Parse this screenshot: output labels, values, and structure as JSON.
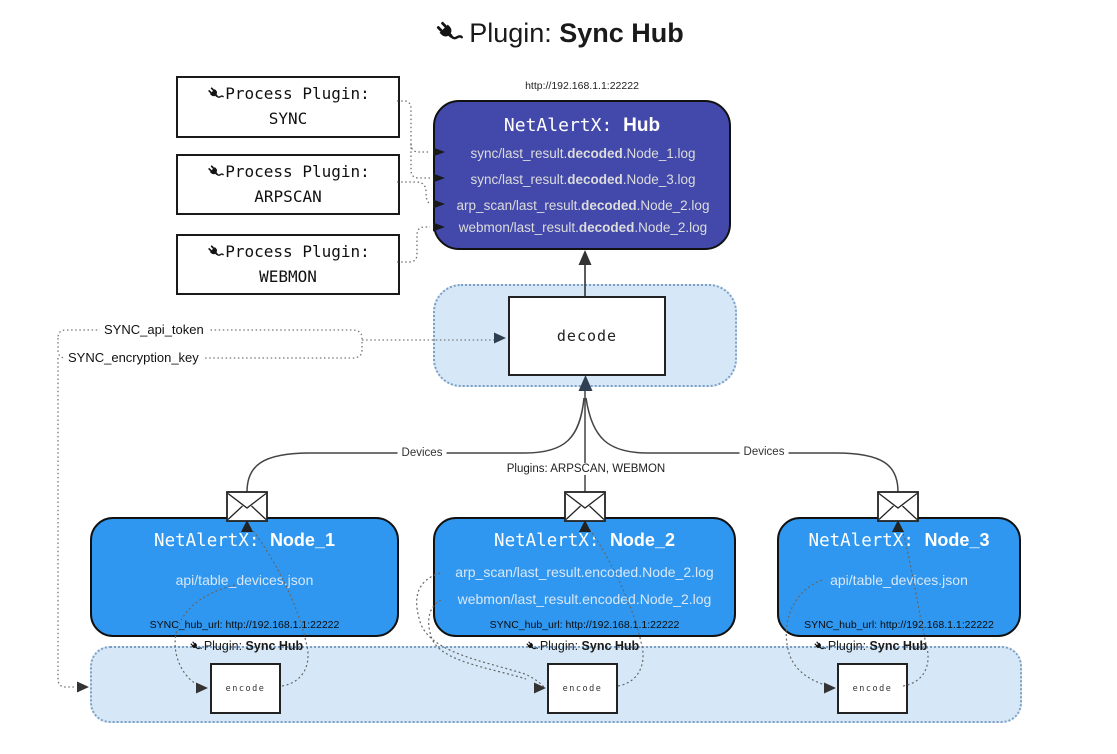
{
  "title": {
    "pre": "Plugin: ",
    "bold": "Sync Hub"
  },
  "process_plugins": [
    {
      "label": "Process Plugin:",
      "name": "SYNC"
    },
    {
      "label": "Process Plugin:",
      "name": "ARPSCAN"
    },
    {
      "label": "Process Plugin:",
      "name": "WEBMON"
    }
  ],
  "hub": {
    "url": "http://192.168.1.1:22222",
    "title": {
      "pre": "NetAlertX: ",
      "bold": "Hub"
    },
    "logs": [
      {
        "pre": "sync/last_result.",
        "bold": "decoded",
        "post": ".Node_1.log"
      },
      {
        "pre": "sync/last_result.",
        "bold": "decoded",
        "post": ".Node_3.log"
      },
      {
        "pre": "arp_scan/last_result.",
        "bold": "decoded",
        "post": ".Node_2.log"
      },
      {
        "pre": "webmon/last_result.",
        "bold": "decoded",
        "post": ".Node_2.log"
      }
    ]
  },
  "decode": {
    "label": "decode"
  },
  "keys": {
    "api_token": "SYNC_api_token",
    "encryption_key": "SYNC_encryption_key"
  },
  "links": {
    "devices_left": "Devices",
    "devices_right": "Devices",
    "plugins_center": "Plugins: ARPSCAN, WEBMON"
  },
  "nodes": [
    {
      "title": {
        "pre": "NetAlertX: ",
        "bold": "Node_1"
      },
      "files": [
        "api/table_devices.json"
      ],
      "hub_url": "SYNC_hub_url: http://192.168.1.1:22222"
    },
    {
      "title": {
        "pre": "NetAlertX: ",
        "bold": "Node_2"
      },
      "files": [
        "arp_scan/last_result.encoded.Node_2.log",
        "webmon/last_result.encoded.Node_2.log"
      ],
      "hub_url": "SYNC_hub_url: http://192.168.1.1:22222"
    },
    {
      "title": {
        "pre": "NetAlertX: ",
        "bold": "Node_3"
      },
      "files": [
        "api/table_devices.json"
      ],
      "hub_url": "SYNC_hub_url: http://192.168.1.1:22222"
    }
  ],
  "encoders": [
    {
      "plugin": {
        "pre": "Plugin: ",
        "bold": "Sync Hub"
      },
      "label": "encode"
    },
    {
      "plugin": {
        "pre": "Plugin: ",
        "bold": "Sync Hub"
      },
      "label": "encode"
    },
    {
      "plugin": {
        "pre": "Plugin: ",
        "bold": "Sync Hub"
      },
      "label": "encode"
    }
  ],
  "colors": {
    "hub": "#4349ab",
    "node": "#2f97ef",
    "panel": "#d6e8f8"
  }
}
